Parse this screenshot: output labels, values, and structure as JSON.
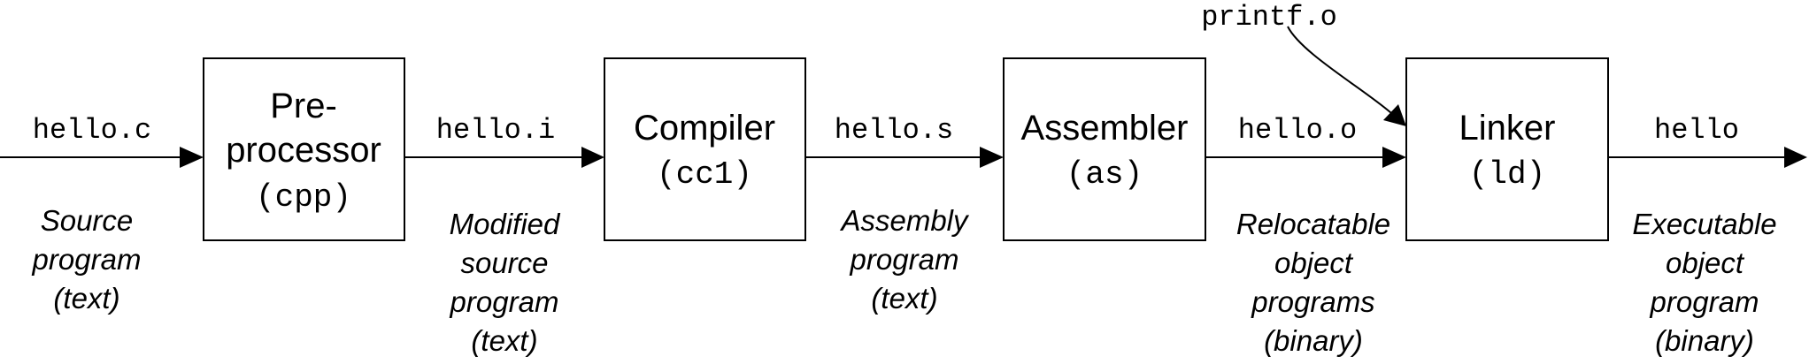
{
  "diagram": {
    "input_file": {
      "name": "hello.c",
      "description": [
        "Source",
        "program",
        "(text)"
      ]
    },
    "stages": [
      {
        "name_lines": [
          "Pre-",
          "processor"
        ],
        "command": "(cpp)",
        "output_file": "hello.i",
        "output_description": [
          "Modified",
          "source",
          "program",
          "(text)"
        ]
      },
      {
        "name_lines": [
          "Compiler"
        ],
        "command": "(cc1)",
        "output_file": "hello.s",
        "output_description": [
          "Assembly",
          "program",
          "(text)"
        ]
      },
      {
        "name_lines": [
          "Assembler"
        ],
        "command": "(as)",
        "output_file": "hello.o",
        "output_description": [
          "Relocatable",
          "object",
          "programs",
          "(binary)"
        ]
      },
      {
        "name_lines": [
          "Linker"
        ],
        "command": "(ld)",
        "output_file": "hello",
        "output_description": [
          "Executable",
          "object",
          "program",
          "(binary)"
        ]
      }
    ],
    "extra_input": {
      "name": "printf.o"
    }
  }
}
